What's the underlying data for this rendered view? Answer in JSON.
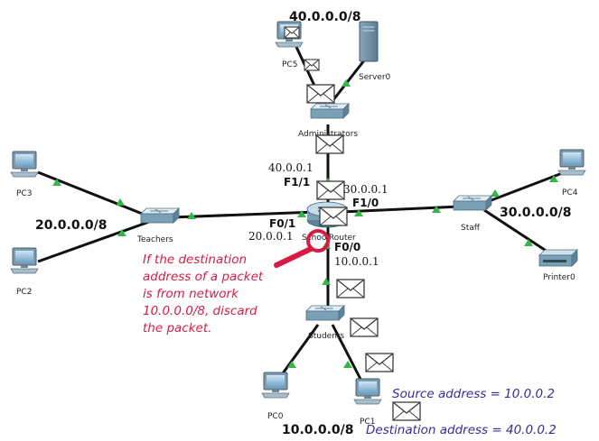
{
  "networks": {
    "admin": "40.0.0.0/8",
    "teachers": "20.0.0.0/8",
    "staff": "30.0.0.0/8",
    "students": "10.0.0.0/8"
  },
  "devices": {
    "pc5": "PC5",
    "server0": "Server0",
    "administrators": "Administrators",
    "pc3": "PC3",
    "pc2": "PC2",
    "teachers": "Teachers",
    "router": "SchoolRouter",
    "staff": "Staff",
    "pc4": "PC4",
    "printer0": "Printer0",
    "students": "Students",
    "pc0": "PC0",
    "pc1": "PC1"
  },
  "interfaces": {
    "f11": "F1/1",
    "f10": "F1/0",
    "f01": "F0/1",
    "f00": "F0/0"
  },
  "ips": {
    "f11": "40.0.0.1",
    "f10": "30.0.0.1",
    "f01": "20.0.0.1",
    "f00": "10.0.0.1"
  },
  "annotation": {
    "line1": "If the destination",
    "line2": "address of a packet",
    "line3": "is from network",
    "line4": "10.0.0.0/8, discard",
    "line5": "the packet."
  },
  "packet_info": {
    "source": "Source address = 10.0.0.2",
    "destination": "Destination address = 40.0.0.2"
  },
  "colors": {
    "annotation": "#d81b45",
    "info": "#3b2a9e",
    "link_light": "#35b44a",
    "cable": "#111111"
  }
}
